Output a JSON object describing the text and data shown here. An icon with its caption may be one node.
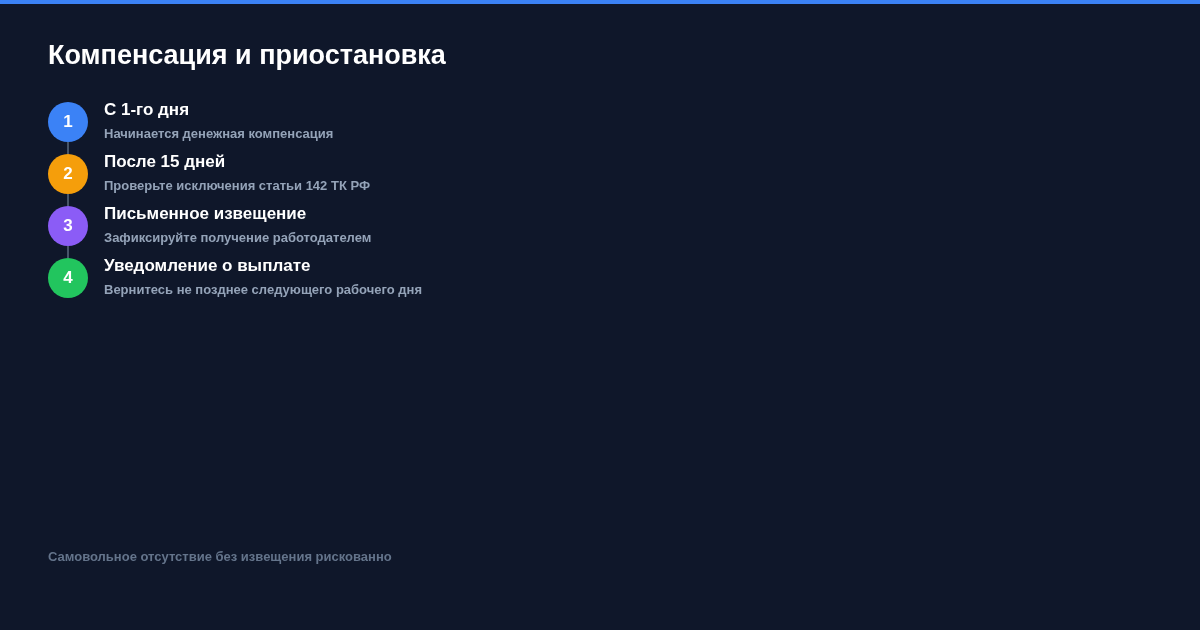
{
  "diagram": {
    "title": "Компенсация и приостановка",
    "nodes": [
      {
        "text": [
          "1"
        ],
        "beside": [
          "С 1-го дня",
          "Начинается денежная компенсация"
        ]
      },
      {
        "text": [
          "2"
        ],
        "beside": [
          "После 15 дней",
          "Проверьте исключения статьи 142 ТК РФ"
        ]
      },
      {
        "text": [
          "3"
        ],
        "beside": [
          "Письменное извещение",
          "Зафиксируйте получение работодателем"
        ]
      },
      {
        "text": [
          "4"
        ],
        "beside": [
          "Уведомление о выплате",
          "Вернитесь не позднее следующего рабочего дня"
        ]
      }
    ],
    "edges": [
      {
        "from": 0,
        "to": 1,
        "arrow": "none"
      },
      {
        "from": 1,
        "to": 2,
        "arrow": "none"
      },
      {
        "from": 2,
        "to": 3,
        "arrow": "none"
      }
    ],
    "labels": [
      "Самовольное отсутствие без извещения рискованно"
    ]
  }
}
